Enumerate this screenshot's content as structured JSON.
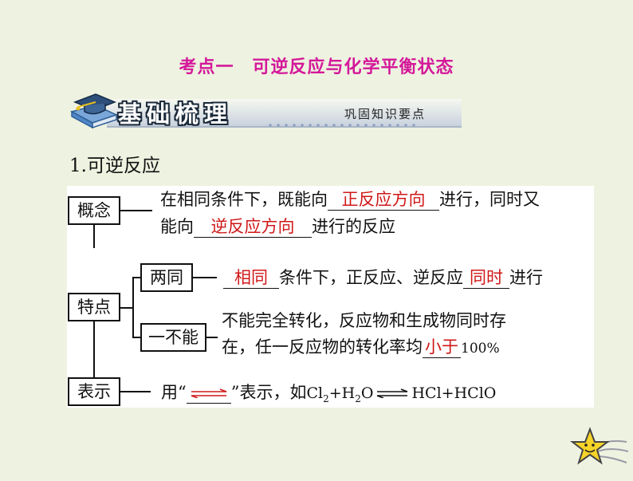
{
  "page_title": "考点一　可逆反应与化学平衡状态",
  "banner": {
    "title": "基础梳理",
    "subtitle": "巩固知识要点",
    "book_icon": "book-with-cap-icon"
  },
  "section_heading": "1.可逆反应",
  "diagram": {
    "concept": {
      "label": "概念",
      "line1_pre": "在相同条件下，既能向",
      "line1_blank": "正反应方向",
      "line1_post": "进行，同时又",
      "line2_pre": "能向",
      "line2_blank": "逆反应方向",
      "line2_post": "进行的反应"
    },
    "features": {
      "label": "特点",
      "two_same": {
        "label": "两同",
        "blank1": "相同",
        "mid": "条件下，正反应、逆反应",
        "blank2": "同时",
        "post": "进行"
      },
      "one_cannot": {
        "label": "一不能",
        "line1": "不能完全转化，反应物和生成物同时存",
        "line2_pre": "在，任一反应物的转化率均",
        "line2_blank": "小于",
        "line2_post": "100%"
      }
    },
    "representation": {
      "label": "表示",
      "pre": "用“",
      "post": "”表示，如",
      "eq_left_a": "Cl",
      "eq_sub_a": "2",
      "eq_left_b": "+H",
      "eq_sub_b": "2",
      "eq_left_c": "O",
      "eq_right": "HCl+HClO"
    },
    "colors": {
      "answer": "#d01818",
      "title": "#d4189a"
    }
  },
  "decor": {
    "star_icon": "smiling-star-icon"
  }
}
